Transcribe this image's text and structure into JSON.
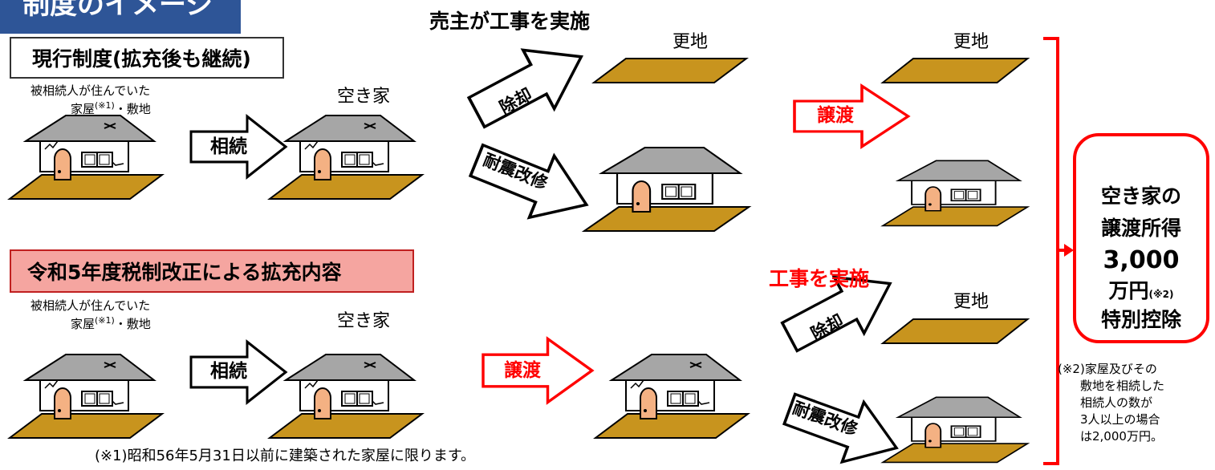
{
  "header": {
    "title": "制度のイメージ"
  },
  "top": {
    "label": "現行制度(拡充後も継続)",
    "caption_line1": "被相続人が住んでいた",
    "caption_line2a": "家屋",
    "caption_sup": "(※1)",
    "caption_line2b": "・敷地",
    "inherit": "相続",
    "vacant": "空き家",
    "seller_works": "売主が工事を実施",
    "demolish": "除却",
    "retrofit": "耐震改修",
    "vacant_land1": "更地",
    "vacant_land2": "更地",
    "transfer": "譲渡"
  },
  "bottom": {
    "label": "令和5年度税制改正による拡充内容",
    "caption_line1": "被相続人が住んでいた",
    "caption_line2a": "家屋",
    "caption_sup": "(※1)",
    "caption_line2b": "・敷地",
    "inherit": "相続",
    "vacant": "空き家",
    "transfer": "譲渡",
    "works": "工事を実施",
    "demolish": "除却",
    "retrofit": "耐震改修",
    "vacant_land": "更地"
  },
  "result": {
    "line1": "空き家の",
    "line2": "譲渡所得",
    "amount": "3,000",
    "unit": "万円",
    "unit_note": "(※2)",
    "line5": "特別控除"
  },
  "notes": {
    "note1": "(※1)昭和56年5月31日以前に建築された家屋に限ります。",
    "note2_line1": "(※2)家屋及びその",
    "note2_line2": "敷地を相続した",
    "note2_line3": "相続人の数が",
    "note2_line4": "3人以上の場合",
    "note2_line5": "は2,000万円。"
  },
  "colors": {
    "accent_red": "#ff0000",
    "banner_blue": "#2e5597",
    "ground": "#c8941e",
    "roof": "#a6a6a6",
    "door": "#f4b183"
  }
}
